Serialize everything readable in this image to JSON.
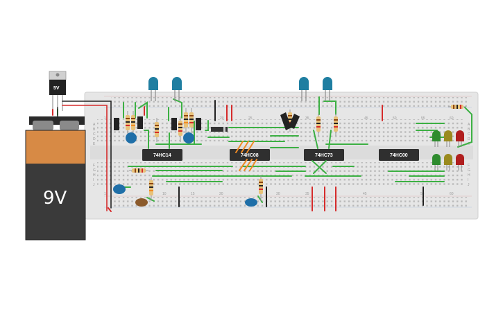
{
  "battery": {
    "label": "9V"
  },
  "regulator": {
    "label": "5V"
  },
  "chips": [
    {
      "label": "74HC14"
    },
    {
      "label": "74HC08"
    },
    {
      "label": "74HC73"
    },
    {
      "label": "74HC00"
    }
  ],
  "board": {
    "row_letters_top": [
      "A",
      "B",
      "C",
      "D",
      "E"
    ],
    "row_letters_bottom": [
      "F",
      "G",
      "H",
      "I",
      "J"
    ],
    "column_numbers": [
      "1",
      "5",
      "10",
      "15",
      "20",
      "25",
      "30",
      "35",
      "40",
      "45",
      "50",
      "55",
      "60"
    ]
  },
  "colors": {
    "wire_green": "#3cb043",
    "wire_red": "#d52b2b",
    "wire_black": "#222222",
    "wire_orange": "#f08a24",
    "led_blue": "#1f7ea1",
    "led_green": "#2e8b2e",
    "led_yellow": "#9a8a1e",
    "led_red": "#b01e1e"
  }
}
